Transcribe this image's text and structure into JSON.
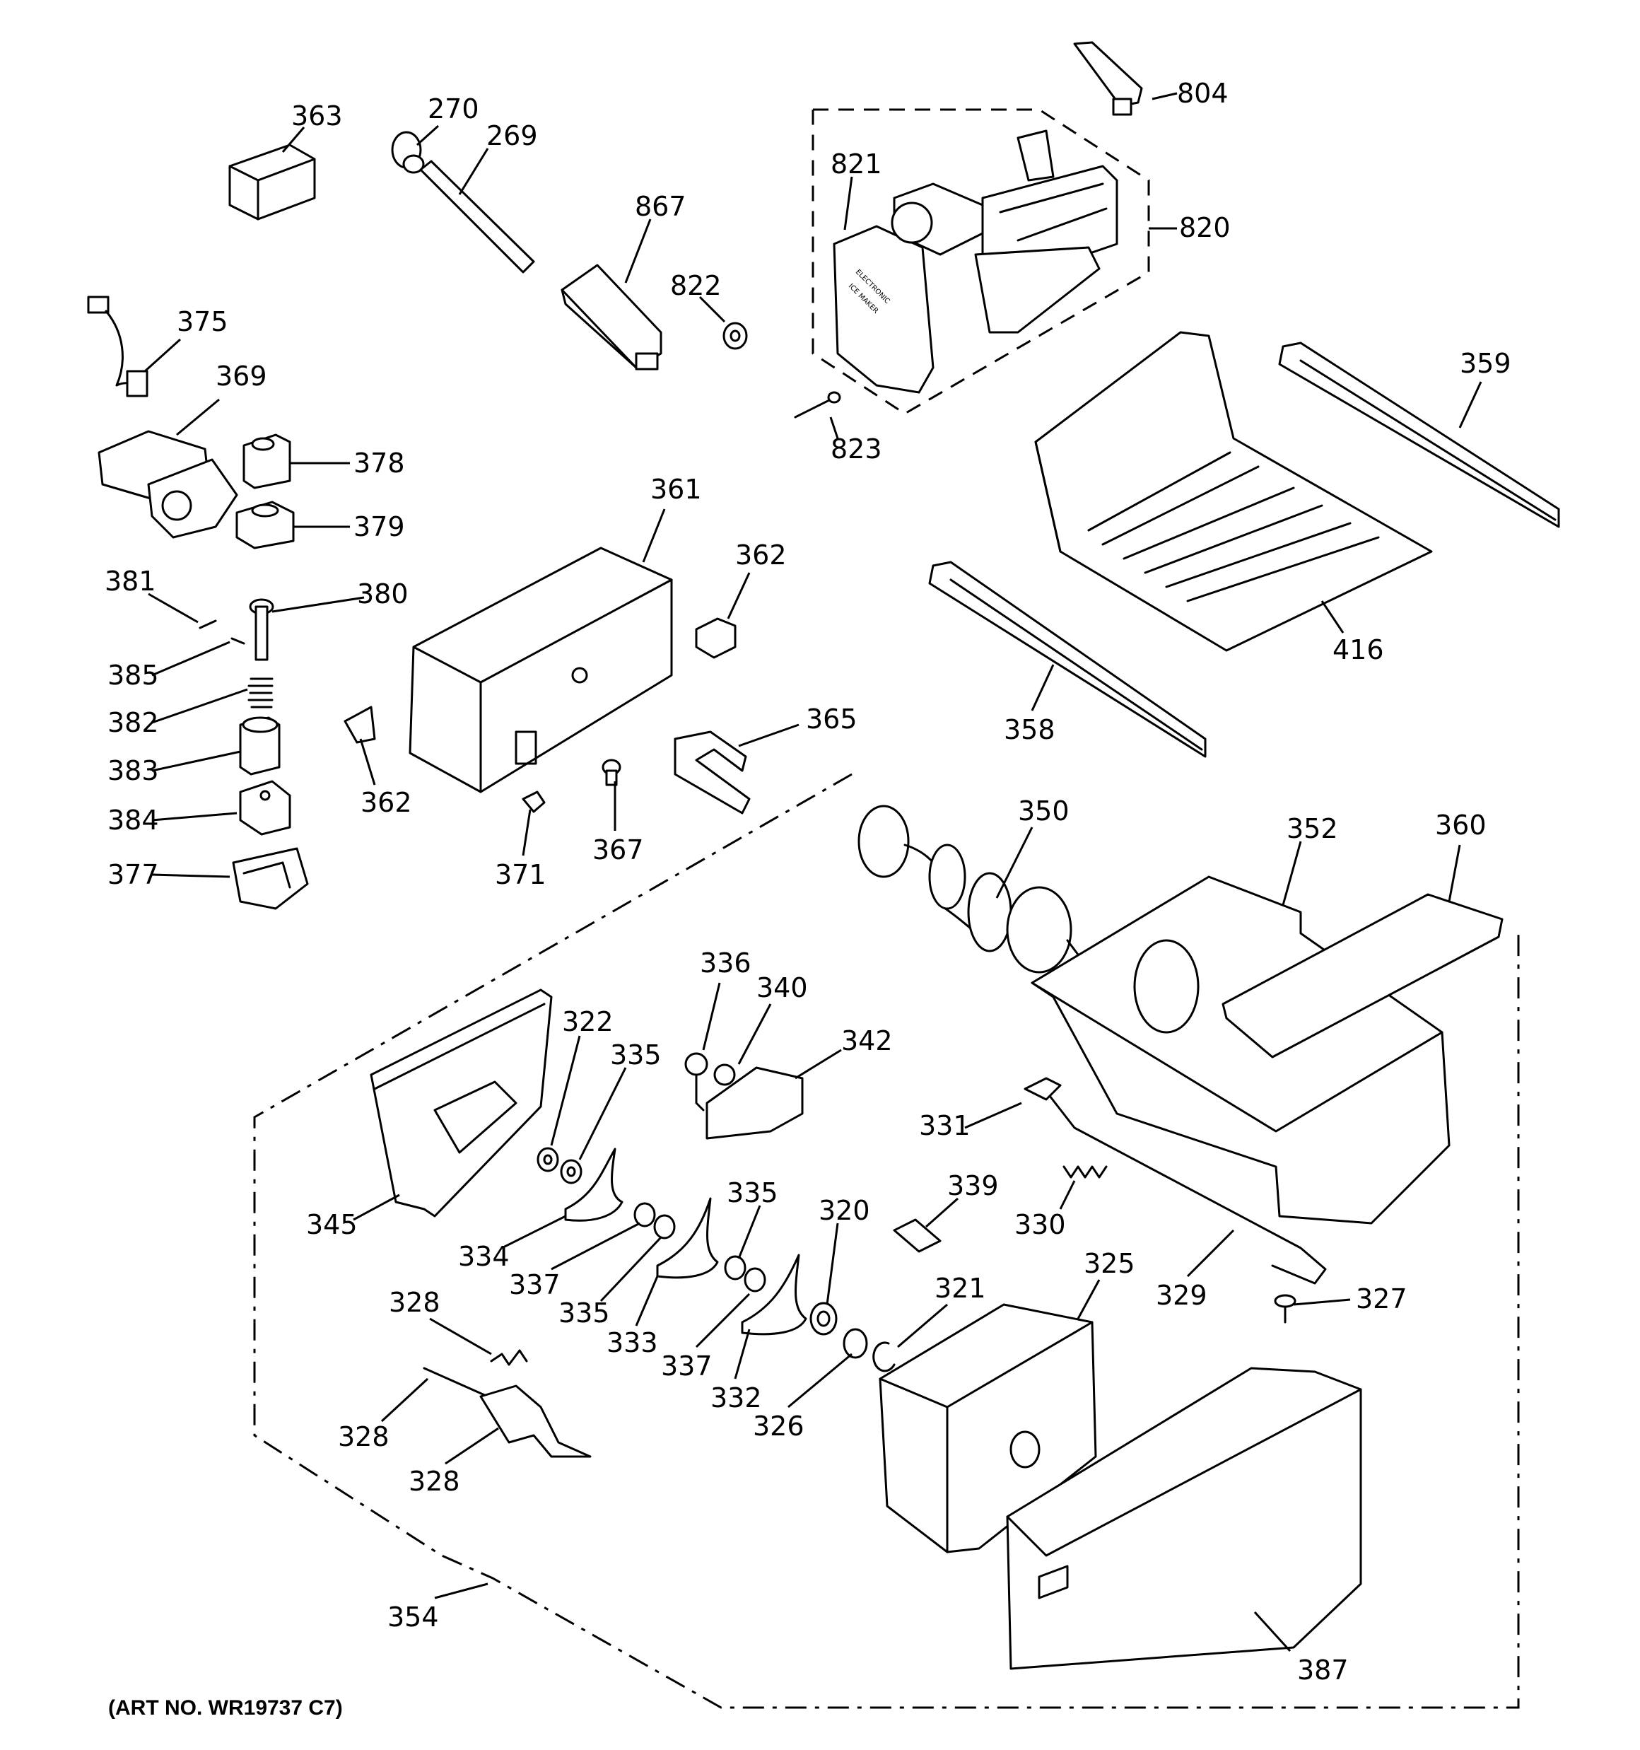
{
  "art_number": "(ART NO. WR19737 C7)",
  "embossed_label": [
    "ELECTRONIC",
    "ICE MAKER"
  ],
  "callouts": [
    "363",
    "270",
    "269",
    "867",
    "822",
    "821",
    "804",
    "820",
    "823",
    "375",
    "369",
    "378",
    "379",
    "361",
    "362",
    "359",
    "381",
    "380",
    "385",
    "382",
    "383",
    "384",
    "377",
    "371",
    "367",
    "365",
    "358",
    "416",
    "350",
    "352",
    "360",
    "336",
    "340",
    "342",
    "322",
    "335",
    "331",
    "339",
    "330",
    "345",
    "334",
    "337",
    "333",
    "320",
    "321",
    "325",
    "327",
    "329",
    "326",
    "332",
    "328",
    "354",
    "387"
  ]
}
